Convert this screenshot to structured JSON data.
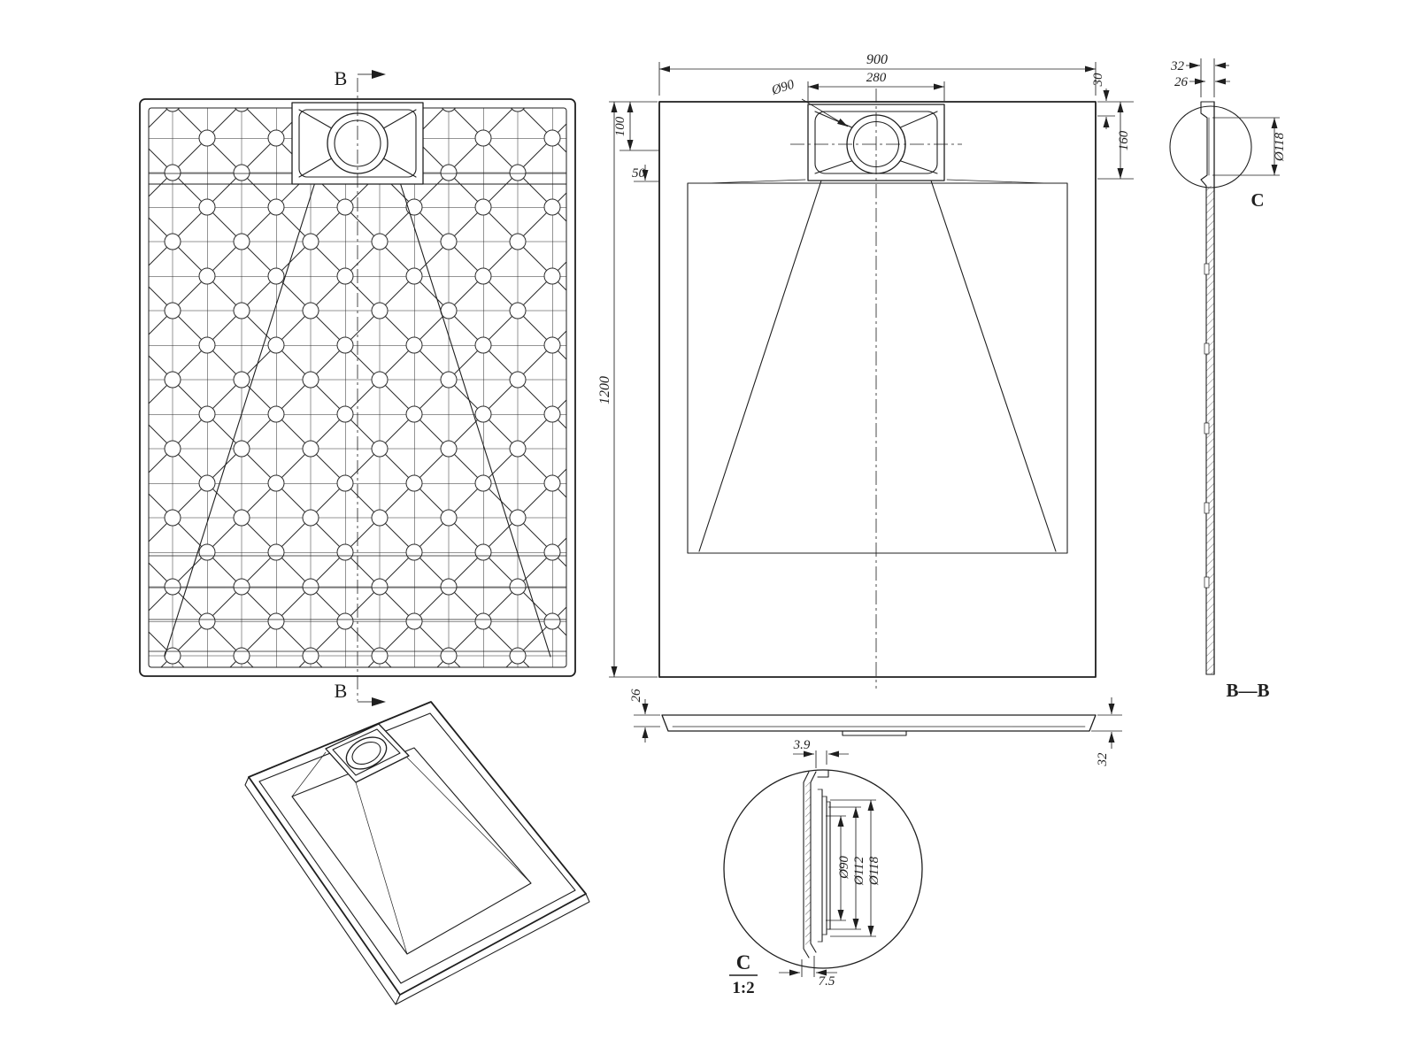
{
  "colors": {
    "background": "#ffffff",
    "ink": "#1f1f1f"
  },
  "markers": {
    "section_top": "B",
    "section_bottom": "B"
  },
  "plan": {
    "dims": {
      "width": "900",
      "drain_width": "280",
      "drain_diameter": "Ø90",
      "rim_top": "30",
      "drain_axis": "100",
      "basin_offset": "50",
      "length": "1200",
      "drain_zone": "160"
    }
  },
  "profile": {
    "dims": {
      "left_thickness": "26",
      "right_thickness": "32"
    }
  },
  "section_bb": {
    "title": "B—B",
    "detail_marker": "C",
    "dims": {
      "outer": "32",
      "inner": "26",
      "flange_diameter": "Ø118"
    }
  },
  "detail_c": {
    "title": "C",
    "scale": "1:2",
    "dims": {
      "d90": "Ø90",
      "d112": "Ø112",
      "d118": "Ø118",
      "foot": "7.5",
      "rim_step": "3.9"
    }
  }
}
